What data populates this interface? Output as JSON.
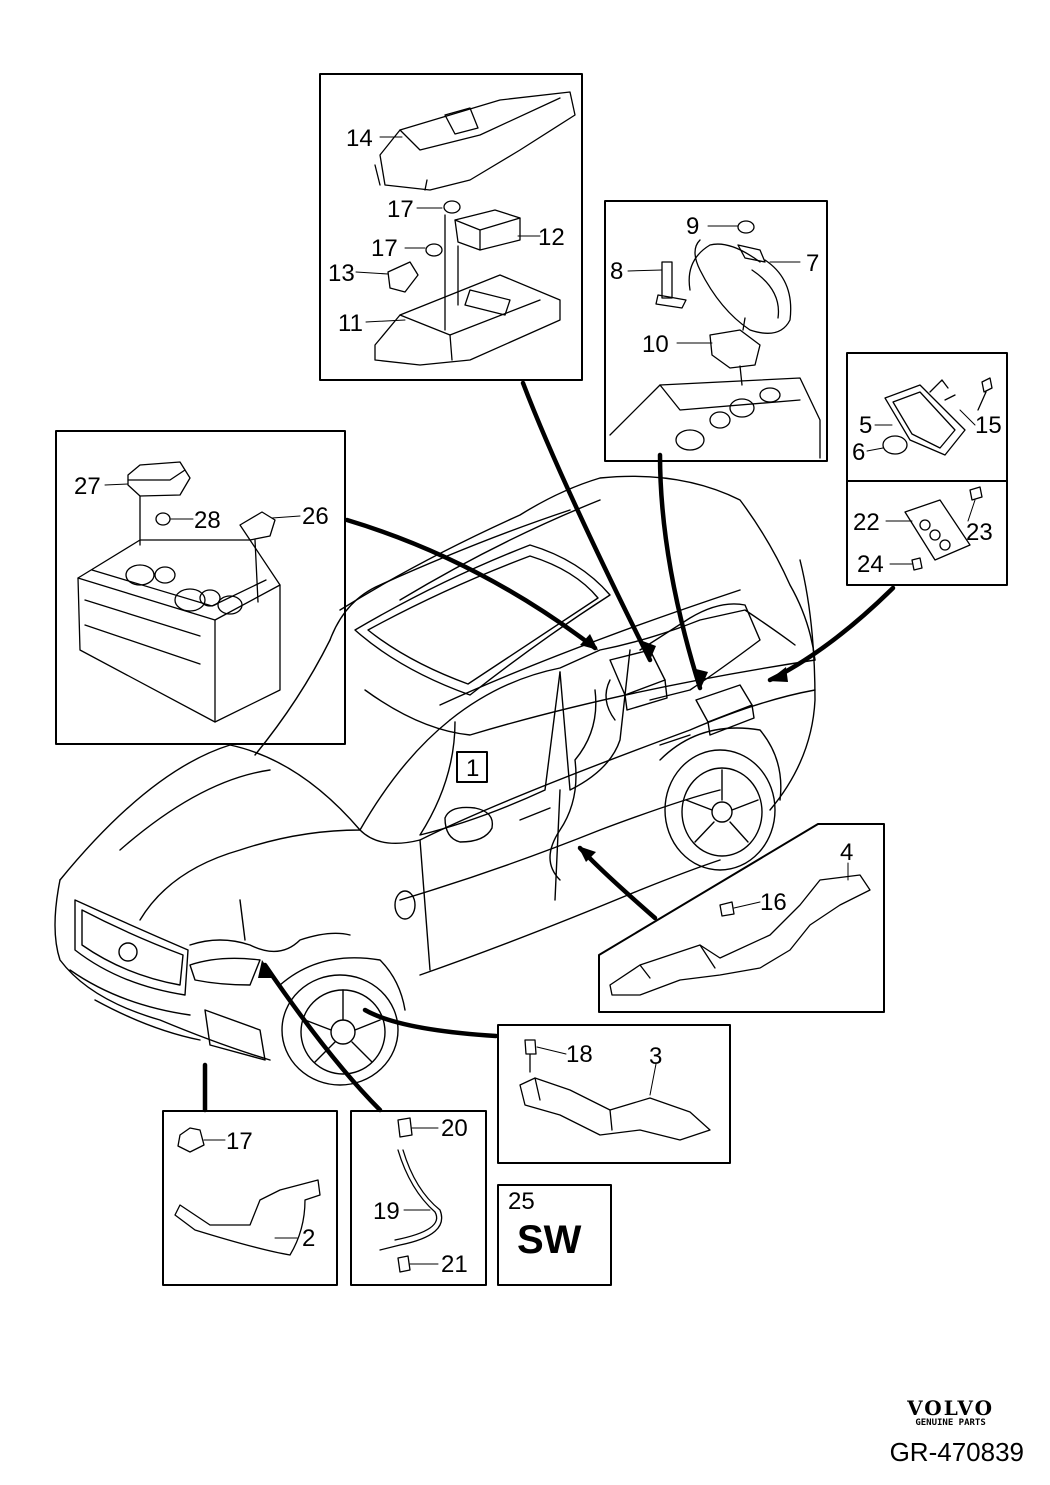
{
  "callouts": {
    "c1": "1",
    "c2": "2",
    "c3": "3",
    "c4": "4",
    "c5": "5",
    "c6": "6",
    "c7": "7",
    "c8": "8",
    "c9": "9",
    "c10": "10",
    "c11": "11",
    "c12": "12",
    "c13": "13",
    "c14": "14",
    "c15": "15",
    "c16": "16",
    "c17a": "17",
    "c17b": "17",
    "c17c": "17",
    "c18": "18",
    "c19": "19",
    "c20": "20",
    "c21": "21",
    "c22": "22",
    "c23": "23",
    "c24": "24",
    "c25": "25",
    "c26": "26",
    "c27": "27",
    "c28": "28"
  },
  "sw_label": "SW",
  "brand": {
    "name": "VOLVO",
    "tagline": "GENUINE PARTS"
  },
  "reference": "GR-470839"
}
